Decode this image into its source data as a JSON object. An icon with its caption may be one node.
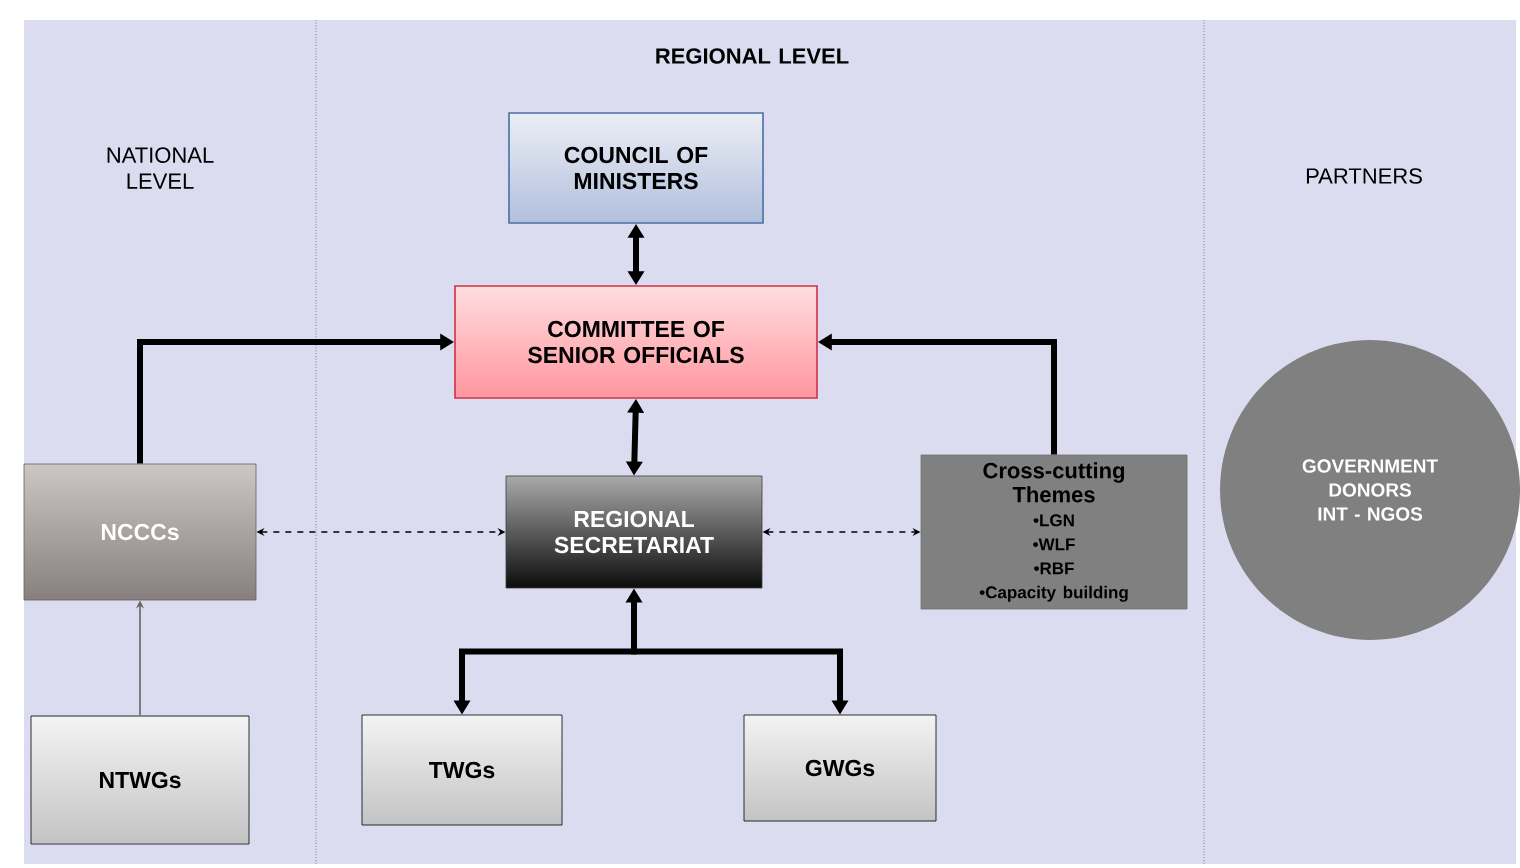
{
  "diagram": {
    "nodes": [
      {
        "text": [
          "COUNCIL OF MINISTERS"
        ]
      },
      {
        "text": [
          "COMMITTEE OF SENIOR OFFICIALS"
        ]
      },
      {
        "text": [
          "REGIONAL SECRETARIAT"
        ]
      },
      {
        "text": [
          "Cross-cutting Themes",
          "•LGN",
          "•WLF",
          "•RBF",
          "•Capacity building"
        ]
      },
      {
        "text": [
          "NCCCs"
        ]
      },
      {
        "text": [
          "NTWGs"
        ]
      },
      {
        "text": [
          "TWGs"
        ]
      },
      {
        "text": [
          "GWGs"
        ]
      },
      {
        "text": [
          "GOVERNMENT",
          "DONORS",
          "INT - NGOS"
        ]
      }
    ],
    "edges": [
      {
        "from": 0,
        "to": 1,
        "arrow": "both"
      },
      {
        "from": 1,
        "to": 2,
        "arrow": "both"
      },
      {
        "from": 4,
        "to": 1,
        "arrow": "to"
      },
      {
        "from": 3,
        "to": 1,
        "arrow": "to"
      },
      {
        "from": 4,
        "to": 2,
        "arrow": "both",
        "style": "dashed"
      },
      {
        "from": 2,
        "to": 3,
        "arrow": "both",
        "style": "dashed"
      },
      {
        "from": 5,
        "to": 4,
        "arrow": "to",
        "color": "#666666"
      },
      {
        "from": 2,
        "to": 6,
        "arrow": "both"
      },
      {
        "from": 2,
        "to": 7,
        "arrow": "both"
      }
    ],
    "labels": [
      "NATIONAL LEVEL",
      "REGIONAL LEVEL",
      "PARTNERS"
    ]
  }
}
